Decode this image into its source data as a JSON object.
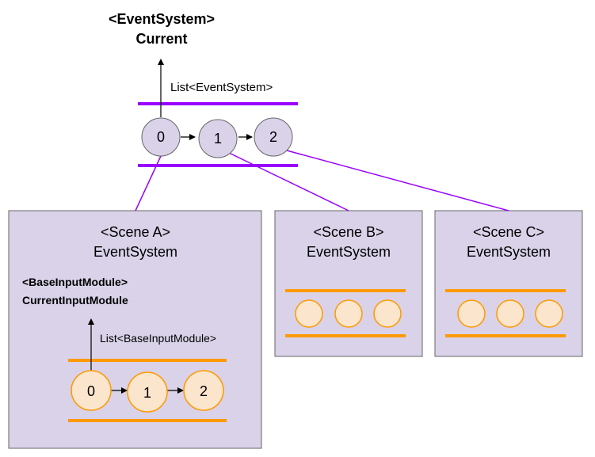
{
  "top": {
    "current_type": "<EventSystem>",
    "current_name": "Current",
    "list_label": "List<EventSystem>",
    "nodes": [
      "0",
      "1",
      "2"
    ]
  },
  "scenes": [
    {
      "title": "<Scene A>",
      "subtitle": "EventSystem",
      "module_type": "<BaseInputModule>",
      "module_name": "CurrentInputModule",
      "list_label": "List<BaseInputModule>",
      "nodes": [
        "0",
        "1",
        "2"
      ]
    },
    {
      "title": "<Scene B>",
      "subtitle": "EventSystem"
    },
    {
      "title": "<Scene C>",
      "subtitle": "EventSystem"
    }
  ],
  "colors": {
    "purple_bar": "#9900ff",
    "purple_node_fill": "#d9d2e9",
    "scene_fill": "#d9d2e9",
    "orange_bar": "#ff9900",
    "orange_node_fill": "#fce5cd",
    "connector": "#9900ff"
  }
}
